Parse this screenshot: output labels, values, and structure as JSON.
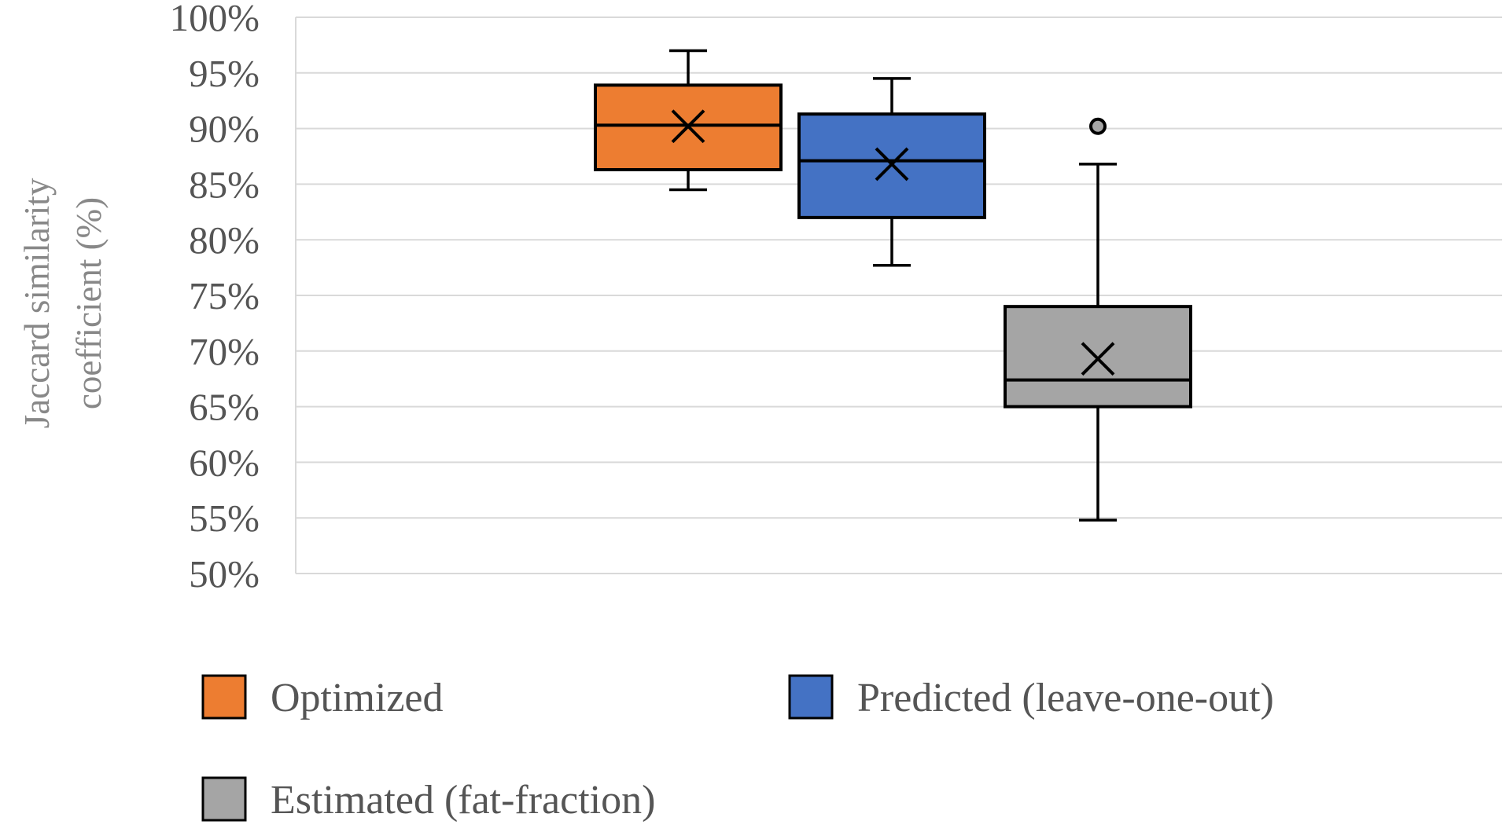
{
  "chart_data": {
    "type": "box",
    "ylabel_lines": [
      "Jaccard similarity",
      "coefficient (%)"
    ],
    "ylim": [
      50,
      100
    ],
    "yticks": [
      50,
      55,
      60,
      65,
      70,
      75,
      80,
      85,
      90,
      95,
      100
    ],
    "ytick_labels": [
      "50%",
      "55%",
      "60%",
      "65%",
      "70%",
      "75%",
      "80%",
      "85%",
      "90%",
      "95%",
      "100%"
    ],
    "grid": true,
    "legend_position": "bottom",
    "series": [
      {
        "name": "Optimized",
        "color": "#ED7D31",
        "min": 84.5,
        "q1": 86.3,
        "median": 90.3,
        "q3": 93.9,
        "max": 97.0,
        "mean": 90.2,
        "outliers": []
      },
      {
        "name": "Predicted (leave-one-out)",
        "color": "#4472C4",
        "min": 77.7,
        "q1": 82.0,
        "median": 87.1,
        "q3": 91.3,
        "max": 94.5,
        "mean": 86.8,
        "outliers": []
      },
      {
        "name": "Estimated (fat-fraction)",
        "color": "#A5A5A5",
        "min": 54.8,
        "q1": 65.0,
        "median": 67.4,
        "q3": 74.0,
        "max": 86.8,
        "mean": 69.3,
        "outliers": [
          90.2
        ]
      }
    ]
  }
}
